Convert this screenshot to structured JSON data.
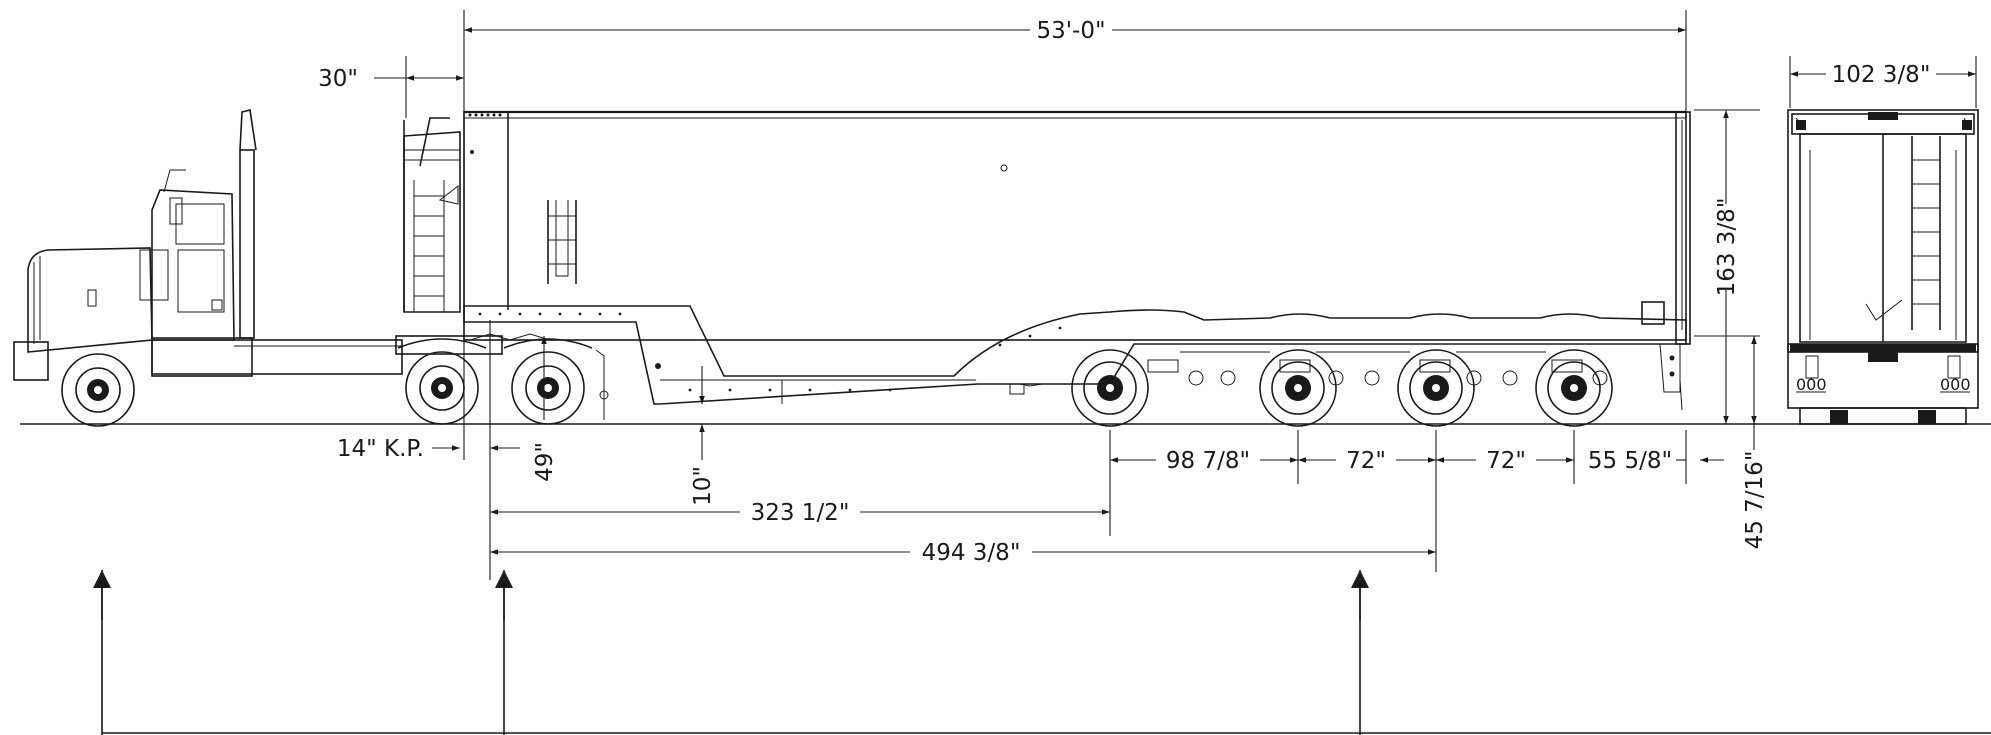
{
  "dimensions": {
    "overall_length": "53'-0\"",
    "kingpin_setback": "30\"",
    "front_view_width": "102 3/8\"",
    "overall_height": "163 3/8\"",
    "kingpin": "14\" K.P.",
    "fifth_wheel_height": "49\"",
    "deck_height": "10\"",
    "axle_spread_1": "98 7/8\"",
    "axle_spread_2": "72\"",
    "axle_spread_3": "72\"",
    "rear_overhang": "55 5/8\"",
    "kingpin_to_first_axle": "323 1/2\"",
    "kingpin_to_third_axle": "494 3/8\"",
    "bed_height": "45 7/16\""
  }
}
